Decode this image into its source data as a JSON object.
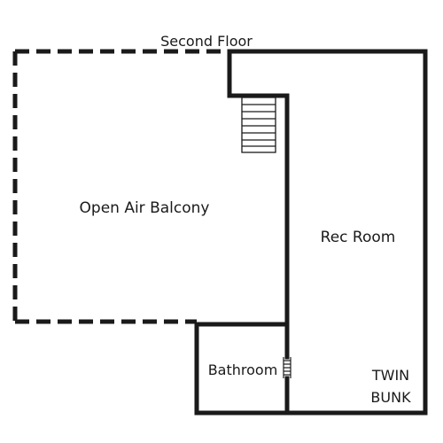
{
  "title": "Second Floor",
  "rooms": {
    "balcony": "Open Air Balcony",
    "rec_room": "Rec Room",
    "bathroom": "Bathroom",
    "bed_line1": "TWIN",
    "bed_line2": "BUNK"
  },
  "colors": {
    "wall": "#1a1a1a",
    "background": "#ffffff"
  }
}
